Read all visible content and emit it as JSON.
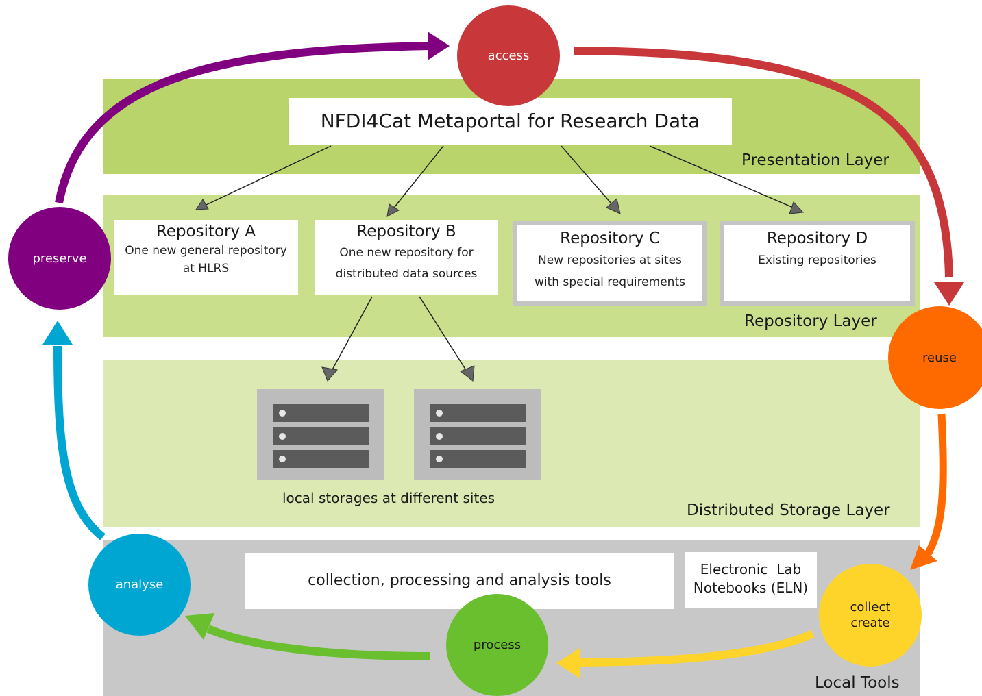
{
  "portal": {
    "title": "NFDI4Cat Metaportal for Research Data"
  },
  "layers": {
    "presentation": "Presentation Layer",
    "repository": "Repository Layer",
    "storage": "Distributed Storage Layer",
    "local": "Local Tools"
  },
  "repositories": [
    {
      "title": "Repository A",
      "line1": "One new general repository",
      "line2": "at HLRS"
    },
    {
      "title": "Repository B",
      "line1": "One new repository for",
      "line2": "distributed data sources"
    },
    {
      "title": "Repository C",
      "line1": "New repositories at sites",
      "line2": "with special requirements"
    },
    {
      "title": "Repository D",
      "line1": "Existing repositories",
      "line2": ""
    }
  ],
  "storage": {
    "caption": "local storages at different sites"
  },
  "tools": {
    "main": "collection, processing and analysis tools",
    "eln_line1": "Electronic  Lab",
    "eln_line2": "Notebooks (ELN)"
  },
  "cycle": {
    "access": "access",
    "reuse": "reuse",
    "collect_line1": "collect",
    "collect_line2": "create",
    "process": "process",
    "analyse": "analyse",
    "preserve": "preserve"
  },
  "colors": {
    "access": "#c8373a",
    "reuse": "#ff6a00",
    "collect": "#ffd42a",
    "process": "#6abf2e",
    "analyse": "#00a6d2",
    "preserve": "#800080",
    "presentation_layer": "#b9d46a",
    "repository_layer": "#cadf8c",
    "storage_layer": "#dde9b2",
    "local_layer": "#c8c8c8"
  }
}
